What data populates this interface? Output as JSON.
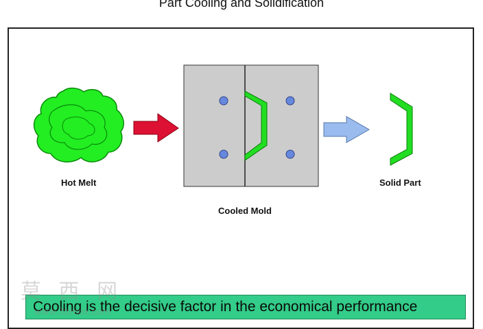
{
  "title": "Part Cooling and Solidification",
  "labels": {
    "hot_melt": "Hot Melt",
    "cooled_mold": "Cooled Mold",
    "solid_part": "Solid Part"
  },
  "banner": "Cooling is the decisive factor in the economical performance",
  "watermark": {
    "text": "莫 西 网",
    "sub": "www.3dmox.com"
  },
  "colors": {
    "melt_green": "#22ee22",
    "part_green": "#22dd22",
    "mold_gray": "#cccccc",
    "red_arrow": "#dd1133",
    "blue_arrow": "#99bbee",
    "cooling_channel": "#6688dd",
    "banner": "#33cc88"
  }
}
